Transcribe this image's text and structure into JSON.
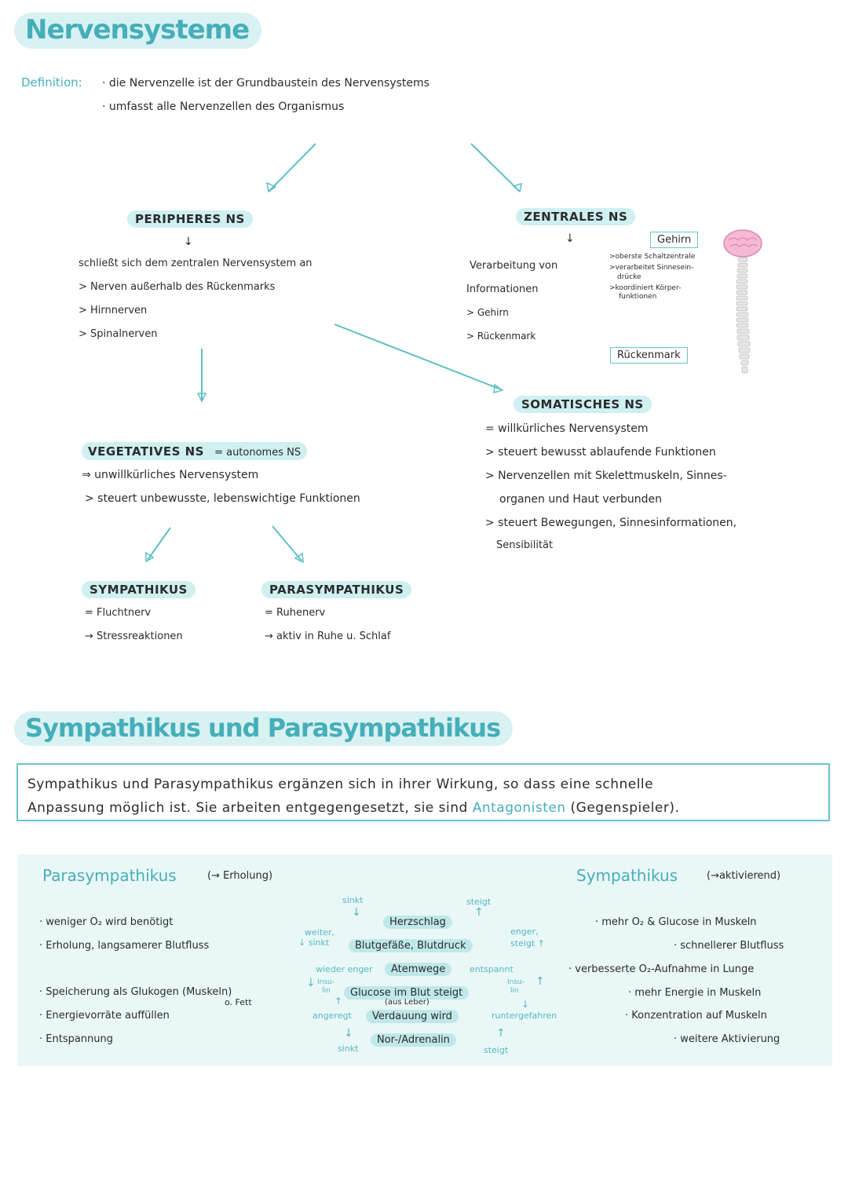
{
  "title": "Nervensysteme",
  "definition": {
    "label": "Definition:",
    "line1": "· die  Nervenzelle  ist  der  Grundbaustein  des  Nervensystems",
    "line2": "· umfasst  alle  Nervenzellen  des  Organismus"
  },
  "peripheres": {
    "label": "PERIPHERES  NS",
    "arrow": "↓",
    "items": [
      "schließt  sich  dem  zentralen  Nervensystem  an",
      "> Nerven  außerhalb  des  Rückenmarks",
      "> Hirnnerven",
      "> Spinalnerven"
    ]
  },
  "zentrales": {
    "label": "ZENTRALES  NS",
    "arrow": "↓",
    "items": [
      "Verarbeitung  von",
      "Informationen",
      "> Gehirn",
      "> Rückenmark"
    ],
    "gehirn_box": "Gehirn",
    "gehirn_notes": [
      ">oberste  Schaltzentrale",
      ">verarbeitet  Sinnesein-",
      "drücke",
      ">koordiniert  Körper-",
      "funktionen"
    ],
    "rueckenmark_box": "Rückenmark"
  },
  "somatisches": {
    "label": "SOMATISCHES  NS",
    "items": [
      "= willkürliches  Nervensystem",
      "> steuert  bewusst  ablaufende  Funktionen",
      "> Nervenzellen  mit  Skelettmuskeln,  Sinnes-",
      "organen  und  Haut  verbunden",
      "> steuert  Bewegungen,  Sinnesinformationen,",
      "Sensibilität"
    ]
  },
  "vegetatives": {
    "label": "VEGETATIVES  NS",
    "suffix": "= autonomes  NS",
    "items": [
      "⇒ unwillkürliches  Nervensystem",
      ">  steuert  unbewusste,  lebenswichtige  Funktionen"
    ]
  },
  "sympathikus": {
    "label": "SYMPATHIKUS",
    "items": [
      "= Fluchtnerv",
      "→ Stressreaktionen"
    ]
  },
  "parasympathikus": {
    "label": "PARASYMPATHIKUS",
    "items": [
      "= Ruhenerv",
      "→ aktiv  in  Ruhe  u.  Schlaf"
    ]
  },
  "section2_title": "Sympathikus und Parasympathikus",
  "intro": {
    "line1": "Sympathikus  und  Parasympathikus  ergänzen  sich  in  ihrer  Wirkung,  so  dass  eine  schnelle",
    "line2_pre": "Anpassung  möglich  ist.  Sie  arbeiten  entgegengesetzt,  sie  sind  ",
    "line2_teal": "Antagonisten",
    "line2_post": " (Gegenspieler)."
  },
  "comparison": {
    "left_title": "Parasympathikus",
    "left_sub": "(→ Erholung)",
    "right_title": "Sympathikus",
    "right_sub": "(→aktivierend)",
    "left_items": [
      "· weniger  O₂  wird  benötigt",
      "· Erholung,  langsamerer  Blutfluss",
      "· Speicherung  als  Glukogen (Muskeln)",
      "o.  Fett",
      "· Energievorräte  auffüllen",
      "· Entspannung"
    ],
    "center_items": [
      "Herzschlag",
      "Blutgefäße, Blutdruck",
      "Atemwege",
      "Glucose  im  Blut  steigt",
      "(aus  Leber)",
      "Verdauung  wird",
      "Nor-/Adrenalin"
    ],
    "left_effects": [
      "sinkt",
      "weiter,",
      "↓ sinkt",
      "wieder enger",
      "Insu-",
      "lin",
      "angeregt",
      "sinkt"
    ],
    "right_effects": [
      "steigt",
      "enger,",
      "steigt ↑",
      "entspannt",
      "Insu-",
      "lin",
      "runtergefahren",
      "steigt"
    ],
    "right_items": [
      "· mehr  O₂ & Glucose  in  Muskeln",
      "· schnellerer  Blutfluss",
      "· verbesserte  O₂-Aufnahme  in  Lunge",
      "· mehr  Energie  in  Muskeln",
      "· Konzentration  auf  Muskeln",
      "· weitere  Aktivierung"
    ]
  }
}
